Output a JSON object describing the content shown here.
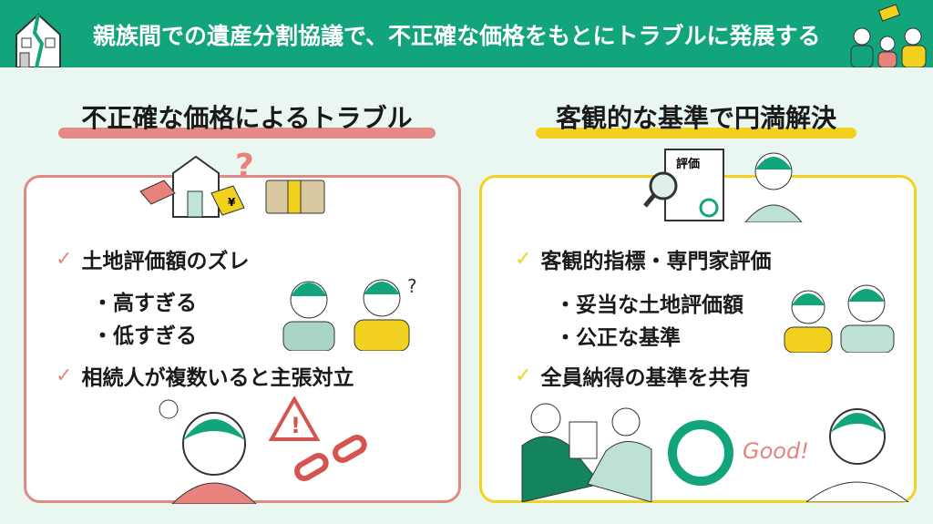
{
  "header": {
    "title": "親族間での遺産分割協議で、不正確な価格をもとにトラブルに発展する"
  },
  "left": {
    "title": "不正確な価格によるトラブル",
    "items": [
      {
        "label": "土地評価額のズレ",
        "subs": [
          "・高すぎる",
          "・低すぎる"
        ]
      },
      {
        "label": "相続人が複数いると主張対立"
      }
    ],
    "price_tag": "¥"
  },
  "right": {
    "title": "客観的な基準で円満解決",
    "items": [
      {
        "label": "客観的指標・専門家評価",
        "subs": [
          "・妥当な土地評価額",
          "・公正な基準"
        ]
      },
      {
        "label": "全員納得の基準を共有"
      }
    ],
    "doc_label": "評価",
    "good_text": "Good!"
  },
  "colors": {
    "header": "#12a57c",
    "red": "#e08a86",
    "yellow": "#f2d11f",
    "bg": "#eaf7f1"
  }
}
